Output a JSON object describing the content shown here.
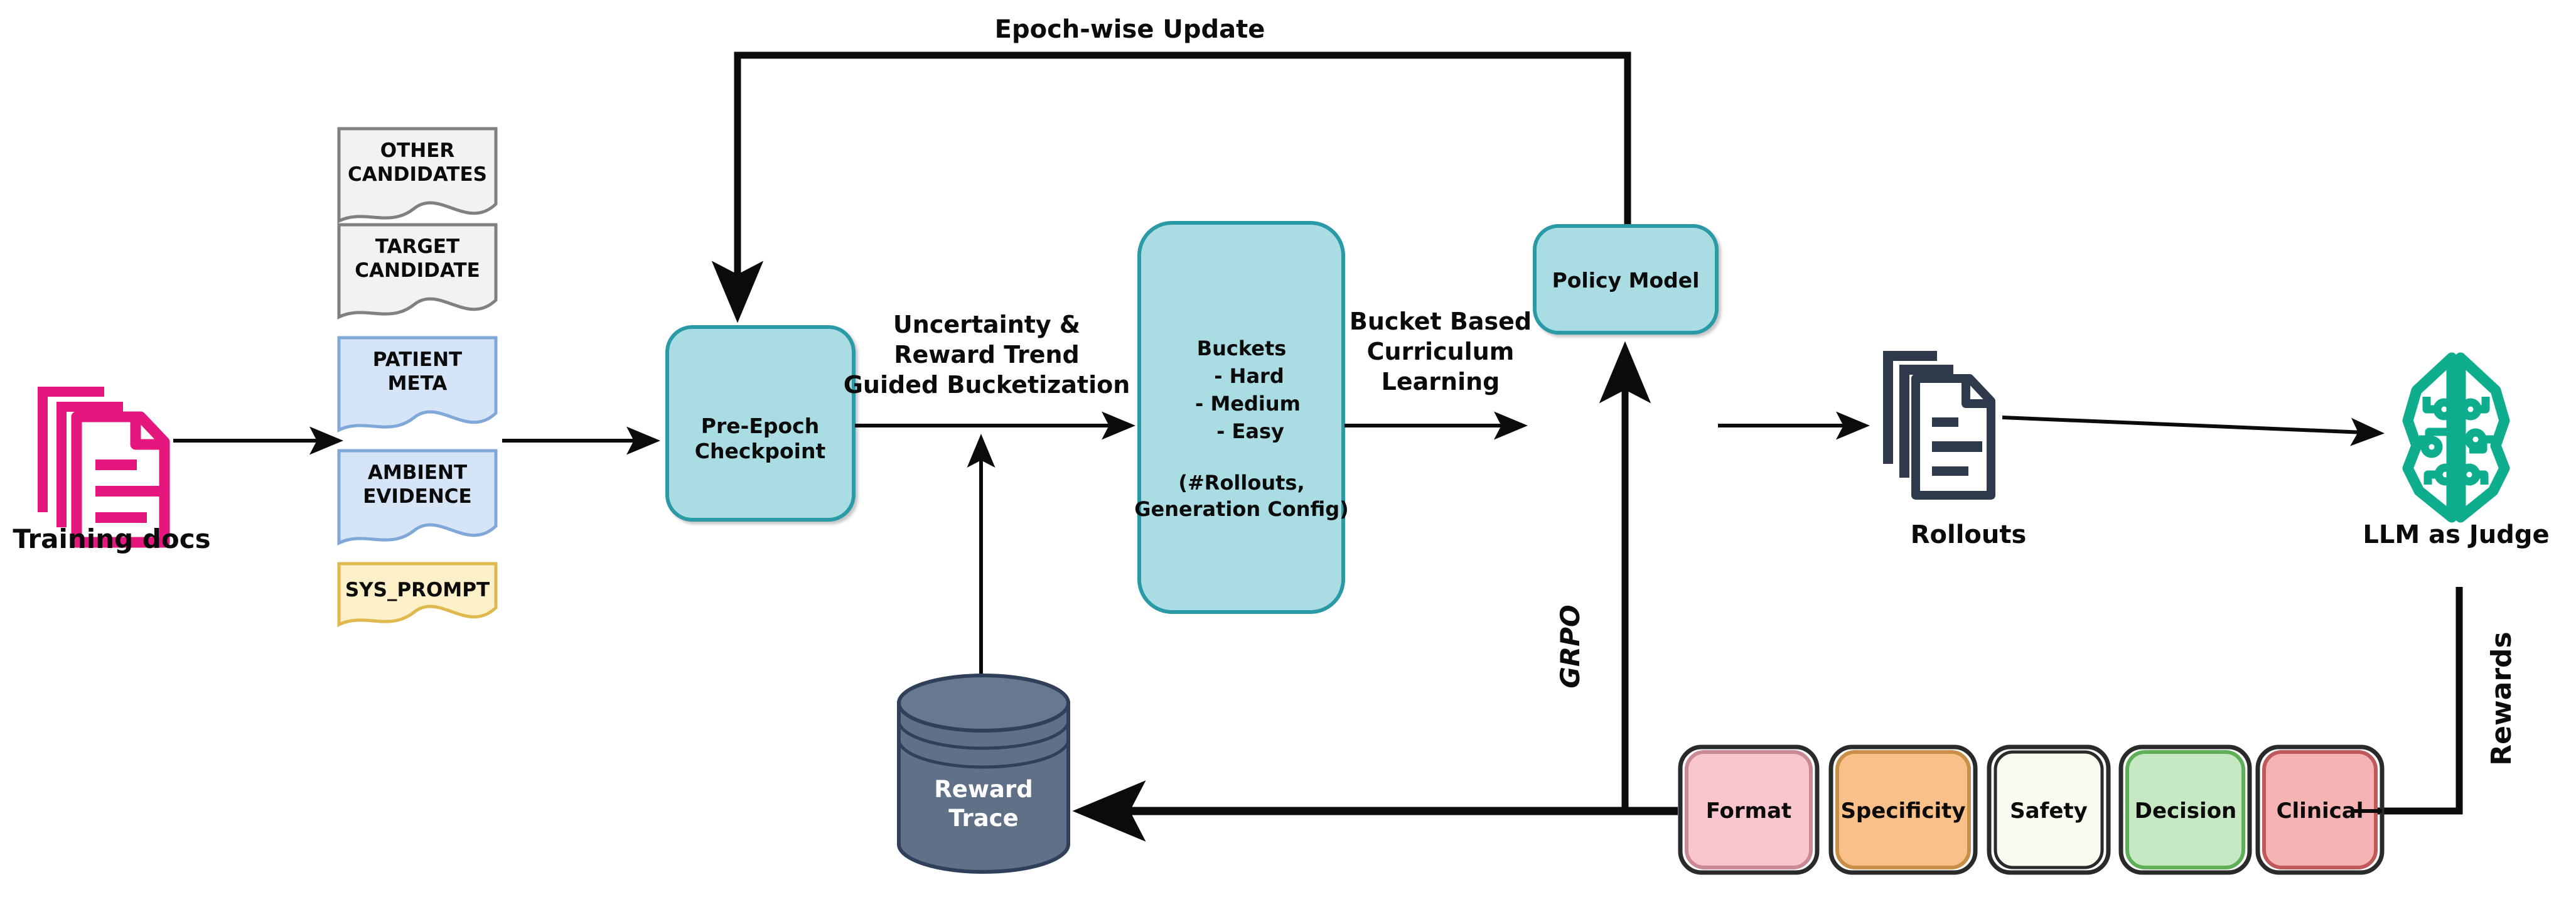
{
  "diagram": {
    "title_label": "Epoch-wise Update",
    "source": {
      "icon": "stacked-documents-icon",
      "label": "Training docs",
      "color": "#e5177f"
    },
    "input_cards": [
      {
        "id": "other-candidates",
        "lines": [
          "OTHER",
          "CANDIDATES"
        ],
        "fill": "#f2f2f2",
        "stroke": "#808080"
      },
      {
        "id": "target-candidate",
        "lines": [
          "TARGET",
          "CANDIDATE"
        ],
        "fill": "#f2f2f2",
        "stroke": "#808080"
      },
      {
        "id": "patient-meta",
        "lines": [
          "PATIENT",
          "META"
        ],
        "fill": "#d6e4f7",
        "stroke": "#7fa8d8"
      },
      {
        "id": "ambient-evidence",
        "lines": [
          "AMBIENT",
          "EVIDENCE"
        ],
        "fill": "#d6e4f7",
        "stroke": "#7fa8d8"
      },
      {
        "id": "sys-prompt",
        "lines": [
          "SYS_PROMPT"
        ],
        "fill": "#fcf0c8",
        "stroke": "#e0b84d"
      }
    ],
    "checkpoint": {
      "lines": [
        "Pre-Epoch",
        "Checkpoint"
      ],
      "fill": "#aadde3",
      "stroke": "#2a9aa6"
    },
    "buckets": {
      "lines": [
        "Buckets",
        "- Hard",
        "- Medium",
        "- Easy",
        "",
        "(#Rollouts,",
        "Generation Config)"
      ],
      "fill": "#aadde3",
      "stroke": "#2a9aa6"
    },
    "policy_model": {
      "label": "Policy Model",
      "fill": "#aadde3",
      "stroke": "#2a9aa6"
    },
    "rollouts": {
      "icon": "stacked-documents-icon",
      "label": "Rollouts",
      "color": "#2e3a4b"
    },
    "judge": {
      "icon": "brain-circuit-icon",
      "label": "LLM as Judge",
      "color": "#0dad8d"
    },
    "reward_trace": {
      "lines": [
        "Reward",
        "Trace"
      ],
      "fill": "#5f7087",
      "stroke": "#31405a"
    },
    "edge_labels": {
      "bucketization": [
        "Uncertainty &",
        "Reward Trend",
        "Guided Bucketization"
      ],
      "curriculum": [
        "Bucket Based",
        "Curriculum",
        "Learning"
      ],
      "grpo": "GRPO",
      "rewards_bracket": "Rewards"
    },
    "reward_badges": [
      {
        "label": "Format",
        "fill": "#f9c6cd",
        "stroke": "#c98a96"
      },
      {
        "label": "Specificity",
        "fill": "#f9c189",
        "stroke": "#c98e47"
      },
      {
        "label": "Safety",
        "fill": "#fbfaf0",
        "stroke": "#2a2a2a"
      },
      {
        "label": "Decision",
        "fill": "#c6e8c2",
        "stroke": "#5faf59"
      },
      {
        "label": "Clinical",
        "fill": "#f5b3b3",
        "stroke": "#c05a5a"
      }
    ]
  }
}
